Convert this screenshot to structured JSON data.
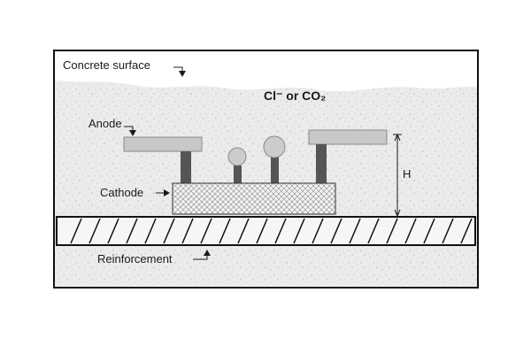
{
  "diagram": {
    "labels": {
      "surface": "Concrete surface",
      "aggressive_agents": "Cl⁻ or CO₂",
      "anode": "Anode",
      "cathode": "Cathode",
      "reinforcement": "Reinforcement",
      "height": "H"
    },
    "colors": {
      "frame": "#111111",
      "concrete": "#ebebeb",
      "surface_layer": "#ffffff",
      "anode": "#c8c8c8",
      "stem": "#555555",
      "cathode_fill": "#f2f2f2",
      "rebar_fill": "#f6f6f6"
    }
  }
}
